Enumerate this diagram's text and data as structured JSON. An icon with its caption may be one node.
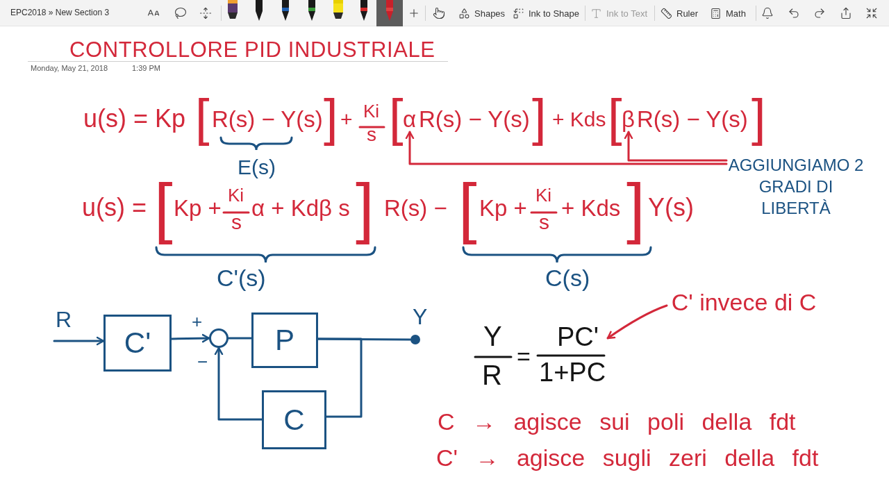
{
  "diagram": {
    "title": "CONTROLLORE PID INDUSTRIALE",
    "nodes": [
      {
        "text": [
          "α"
        ]
      },
      {
        "text": [
          "β"
        ]
      },
      {
        "text": [
          "AGGIUNGIAMO 2 GRADI DI LIBERTÀ"
        ]
      },
      {
        "text": [
          "C'"
        ]
      },
      {
        "text": [],
        "shape": "circle"
      },
      {
        "text": [
          "P"
        ]
      },
      {
        "text": [],
        "shape": "circle"
      },
      {
        "text": [
          "C"
        ]
      },
      {
        "text": [
          "C' invece di C"
        ]
      },
      {
        "text": [
          "Y",
          "R",
          "=",
          "PC'",
          "1+PC"
        ]
      }
    ],
    "edges": [
      {
        "from": 2,
        "to": 0,
        "arrow": "to",
        "color": "#d3283a"
      },
      {
        "from": 2,
        "to": 1,
        "arrow": "to",
        "color": "#d3283a"
      },
      {
        "from": null,
        "to": 3,
        "arrow": "to"
      },
      {
        "from": 3,
        "to": 4,
        "arrow": "to"
      },
      {
        "from": 4,
        "to": 5,
        "arrow": "none"
      },
      {
        "from": 5,
        "to": 6,
        "arrow": "none"
      },
      {
        "from": 5,
        "to": 7,
        "arrow": "none"
      },
      {
        "from": 7,
        "to": 4,
        "arrow": "to"
      },
      {
        "from": 8,
        "to": 9,
        "arrow": "to",
        "color": "#d3283a"
      }
    ],
    "labels": [
      "EPC2018 » New Section 3",
      "Shapes",
      "Ink to Shape",
      "Ink to Text",
      "Ruler",
      "Math",
      "Monday, May 21, 2018",
      "1:39 PM",
      "u(s) = Kp",
      "[",
      "R(s) − Y(s)",
      "]",
      "+",
      "Ki",
      "s",
      "[",
      "R(s) − Y(s)",
      "]",
      "+ Kds",
      "[",
      "R(s) − Y(s)",
      "]",
      "E(s)",
      "u(s) =",
      "[",
      "Kp +",
      "Ki",
      "s",
      "α + Kdβ s",
      "]",
      "R(s) −",
      "[",
      "Kp +",
      "Ki",
      "s",
      "+ Kds",
      "]",
      "Y(s)",
      "C'(s)",
      "C(s)",
      "R",
      "+",
      "−",
      "Y",
      "C → agisce sui poli della fdt",
      "C' → agisce sugli zeri della fdt"
    ]
  }
}
